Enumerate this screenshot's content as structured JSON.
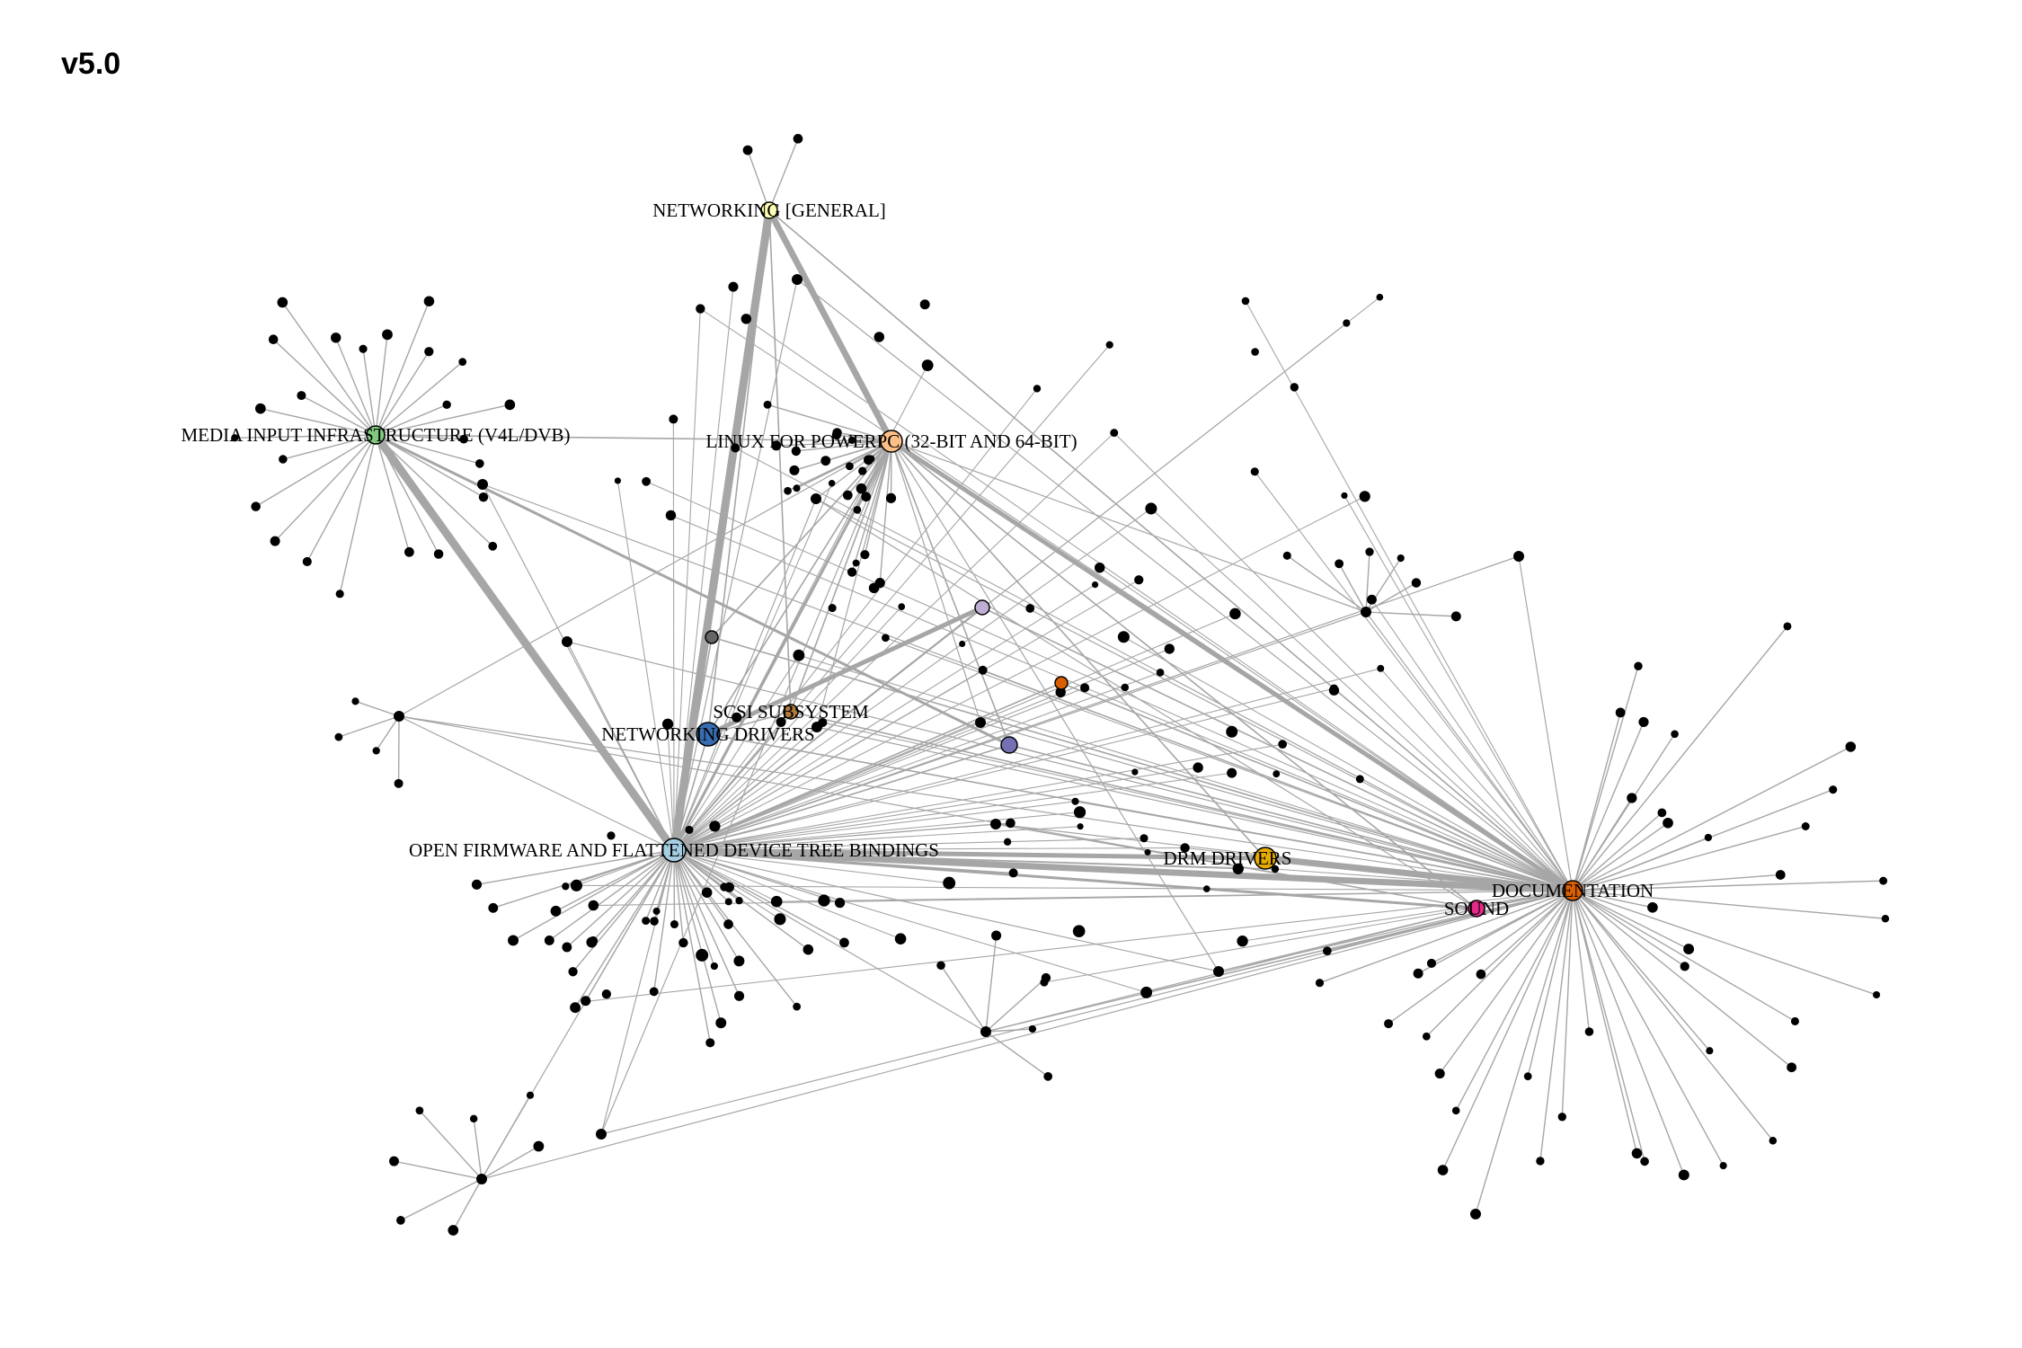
{
  "title": "v5.0",
  "colors": {
    "edge": "#a6a6a6",
    "leaf": "#000000",
    "hub_stroke": "#000000"
  },
  "hubs": [
    {
      "id": "net-general",
      "label": "NETWORKING [GENERAL]",
      "color": "#ffffb3"
    },
    {
      "id": "media",
      "label": "MEDIA INPUT INFRASTRUCTURE (V4L/DVB)",
      "color": "#7fc97f"
    },
    {
      "id": "powerpc",
      "label": "LINUX FOR POWERPC (32-BIT AND 64-BIT)",
      "color": "#fdc086"
    },
    {
      "id": "scsi",
      "label": "SCSI SUBSYSTEM",
      "color": "#b07a3a"
    },
    {
      "id": "net-drivers",
      "label": "NETWORKING DRIVERS",
      "color": "#386cb0"
    },
    {
      "id": "open-firmware",
      "label": "OPEN FIRMWARE AND FLATTENED DEVICE TREE BINDINGS",
      "color": "#a6cee3"
    },
    {
      "id": "drm",
      "label": "DRM DRIVERS",
      "color": "#e6ab02"
    },
    {
      "id": "documentation",
      "label": "DOCUMENTATION",
      "color": "#d95f02"
    },
    {
      "id": "sound",
      "label": "SOUND",
      "color": "#e7298a"
    },
    {
      "id": "gray-hub",
      "label": "",
      "color": "#666666"
    },
    {
      "id": "lavender-hub",
      "label": "",
      "color": "#beaed4"
    },
    {
      "id": "purple-hub",
      "label": "",
      "color": "#7570b3"
    },
    {
      "id": "orange-hub",
      "label": "",
      "color": "#d95f02"
    }
  ],
  "main_edges": [
    [
      "open-firmware",
      "powerpc"
    ],
    [
      "open-firmware",
      "drm"
    ],
    [
      "open-firmware",
      "documentation"
    ],
    [
      "open-firmware",
      "sound"
    ],
    [
      "open-firmware",
      "media"
    ],
    [
      "open-firmware",
      "net-drivers"
    ],
    [
      "open-firmware",
      "scsi"
    ],
    [
      "open-firmware",
      "lavender-hub"
    ],
    [
      "open-firmware",
      "orange-hub"
    ],
    [
      "open-firmware",
      "purple-hub"
    ],
    [
      "open-firmware",
      "gray-hub"
    ],
    [
      "open-firmware",
      "net-general"
    ],
    [
      "powerpc",
      "documentation"
    ],
    [
      "powerpc",
      "sound"
    ],
    [
      "powerpc",
      "net-drivers"
    ],
    [
      "powerpc",
      "scsi"
    ],
    [
      "powerpc",
      "drm"
    ],
    [
      "powerpc",
      "gray-hub"
    ],
    [
      "powerpc",
      "purple-hub"
    ],
    [
      "net-general",
      "powerpc"
    ],
    [
      "net-general",
      "documentation"
    ],
    [
      "net-general",
      "net-drivers"
    ],
    [
      "media",
      "purple-hub"
    ],
    [
      "media",
      "powerpc"
    ],
    [
      "drm",
      "documentation"
    ],
    [
      "sound",
      "documentation"
    ],
    [
      "net-drivers",
      "lavender-hub"
    ],
    [
      "net-drivers",
      "documentation"
    ],
    [
      "scsi",
      "documentation"
    ],
    [
      "gray-hub",
      "documentation"
    ],
    [
      "lavender-hub",
      "documentation"
    ],
    [
      "orange-hub",
      "documentation"
    ],
    [
      "purple-hub",
      "documentation"
    ],
    [
      "net-drivers",
      "scsi"
    ],
    [
      "net-general",
      "scsi"
    ]
  ],
  "heavy_edges": [
    [
      "open-firmware",
      "powerpc"
    ],
    [
      "open-firmware",
      "drm"
    ],
    [
      "open-firmware",
      "documentation"
    ],
    [
      "open-firmware",
      "media"
    ],
    [
      "open-firmware",
      "sound"
    ],
    [
      "powerpc",
      "documentation"
    ],
    [
      "net-general",
      "powerpc"
    ],
    [
      "net-general",
      "open-firmware"
    ],
    [
      "media",
      "purple-hub"
    ],
    [
      "lavender-hub",
      "net-drivers"
    ],
    [
      "drm",
      "documentation"
    ]
  ]
}
